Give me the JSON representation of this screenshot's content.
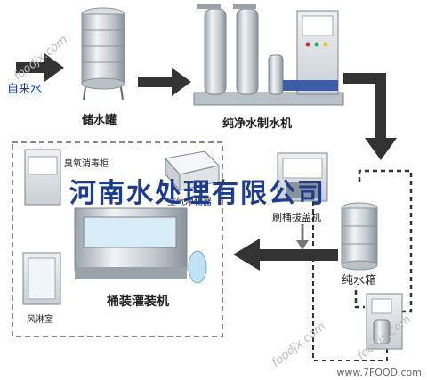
{
  "labels": {
    "tap_water": "自来水",
    "storage_tank": "储水罐",
    "pure_water_machine": "纯净水制水机",
    "pure_water_tank": "纯水箱",
    "brush_decap_machine": "刷桶拔盖机",
    "barrel_filling_machine": "桶装灌装机",
    "air_shower_room": "风淋室",
    "sterilizer_cabinet": "臭氧消毒柜",
    "air_purifier": "空气净化器"
  },
  "watermark": "河南水处理有限公司",
  "footer": "www.7FOOD.com",
  "faint_marks": [
    "foodjx.com",
    "foodjx.com",
    "foodjx.com"
  ],
  "colors": {
    "watermark": "#1e3c8c",
    "arrow": "#333333",
    "tap_water_text": "#1a3fa8",
    "dashed_border": "#888888"
  }
}
